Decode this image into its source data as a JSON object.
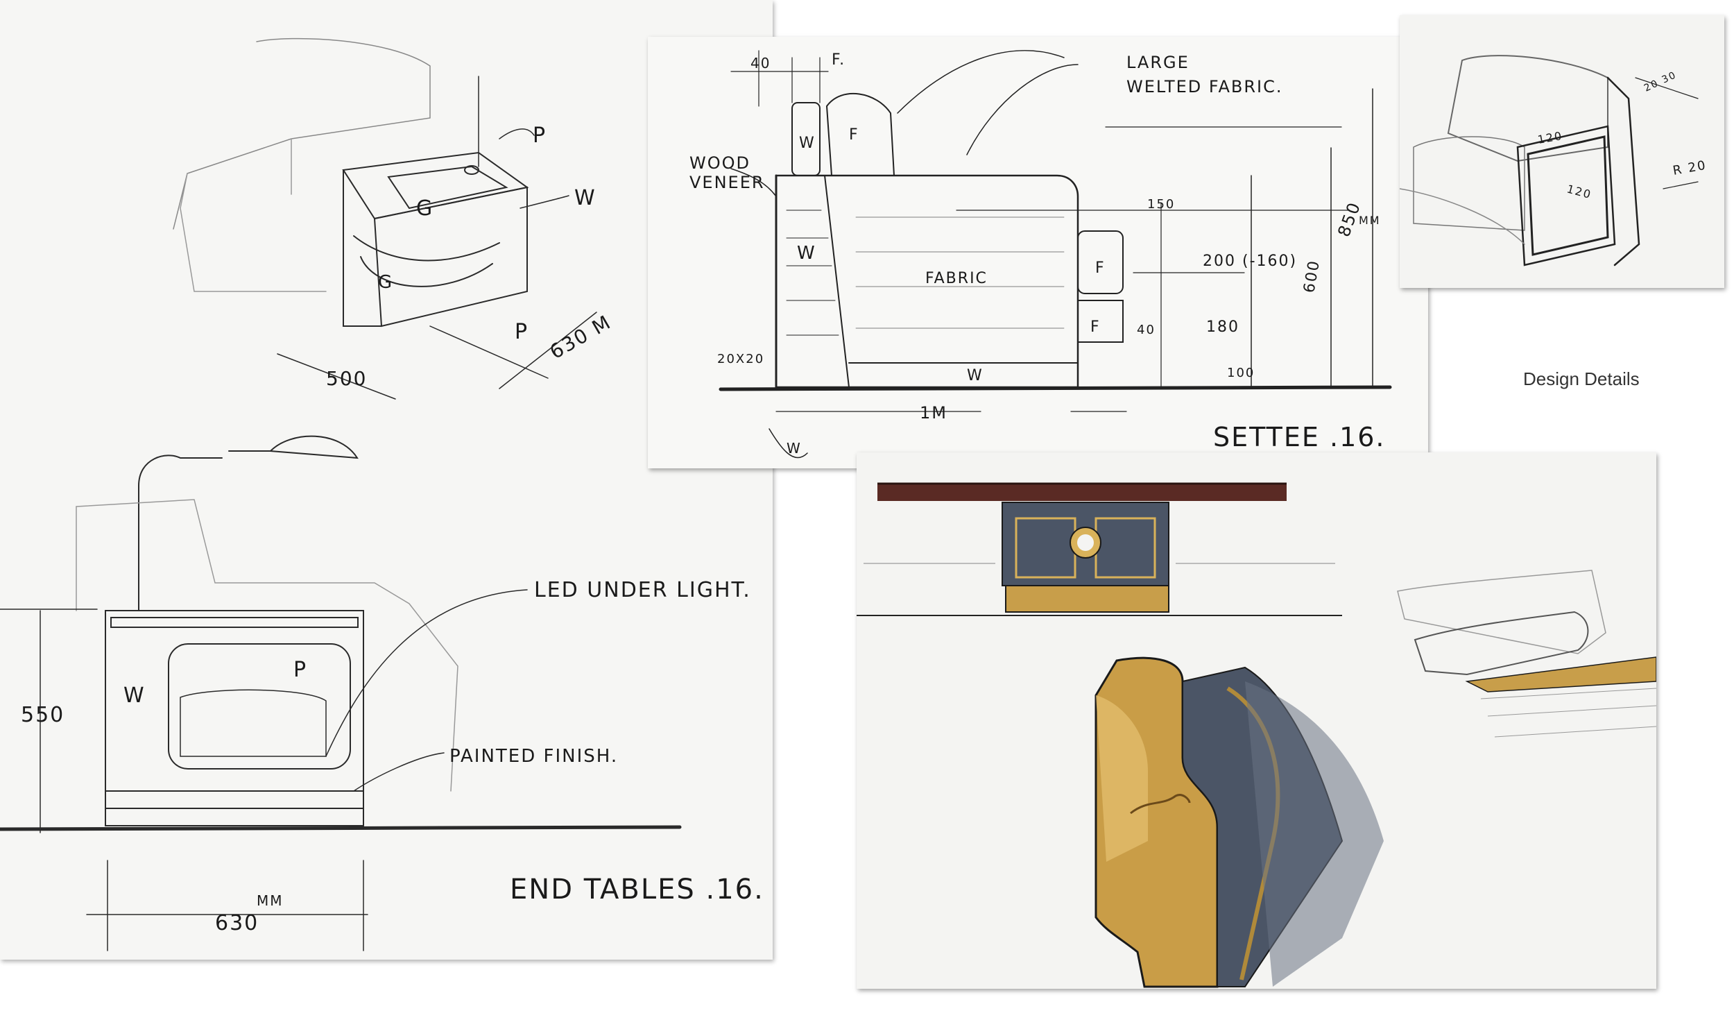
{
  "caption": "Design Details",
  "end_tables": {
    "labels": {
      "p_top": "P",
      "w_side": "W",
      "g_top": "G",
      "g_inner": "G",
      "p_bottom": "P",
      "dim_500": "500",
      "dim_630m": "630 M",
      "led": "LED UNDER LIGHT.",
      "painted": "PAINTED FINISH.",
      "w_front": "W",
      "p_front": "P",
      "dim_550": "550",
      "dim_630": "630",
      "mm": "MM",
      "title": "END TABLES .16."
    }
  },
  "settee": {
    "labels": {
      "dim_40": "40",
      "f_top": "F.",
      "large": "LARGE",
      "welted": "WELTED FABRIC.",
      "wood": "WOOD",
      "veneer": "VENEER",
      "w_arm": "W",
      "f_cushion": "F",
      "w_left": "W",
      "fabric": "FABRIC",
      "dim_150": "150",
      "f_side": "F",
      "dim_200": "200 (-160)",
      "f_low": "F",
      "dim_40b": "40",
      "dim_180": "180",
      "dim_600": "600",
      "dim_850": "850",
      "mm": "MM",
      "dim_100": "100",
      "dim_20x20": "20X20",
      "w_base": "W",
      "dim_1m": "1M",
      "w_foot": "W",
      "title": "SETTEE .16."
    }
  },
  "detail": {
    "labels": {
      "dim_20_30": "20 30",
      "dim_120a": "120",
      "dim_120b": "120",
      "r20": "R 20"
    }
  },
  "colors": {
    "ink": "#1a1a1a",
    "gold": "#b08a3a",
    "gold_light": "#d9b25a",
    "grey_blue": "#4b5566",
    "dark_red": "#5a2a24"
  }
}
